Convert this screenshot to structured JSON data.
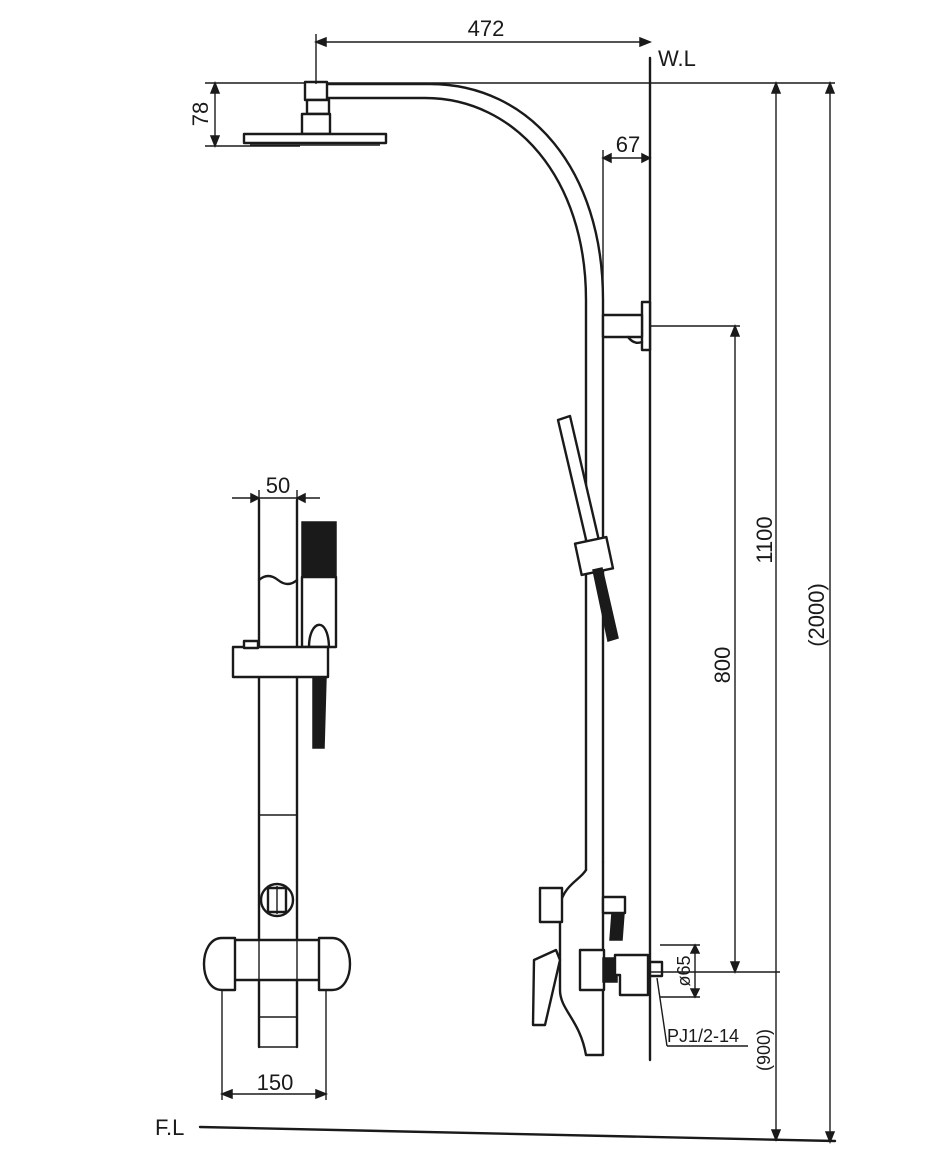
{
  "labels": {
    "top_width": "472",
    "water_line": "W.L",
    "head_height": "78",
    "wall_offset": "67",
    "bracket_height": "1100",
    "total_height": "(2000)",
    "bar_length": "800",
    "valve_diameter": "ø65",
    "thread_spec": "PJ1/2-14",
    "valve_height": "(900)",
    "front_width": "50",
    "front_mixer_width": "150",
    "floor_line": "F.L"
  }
}
